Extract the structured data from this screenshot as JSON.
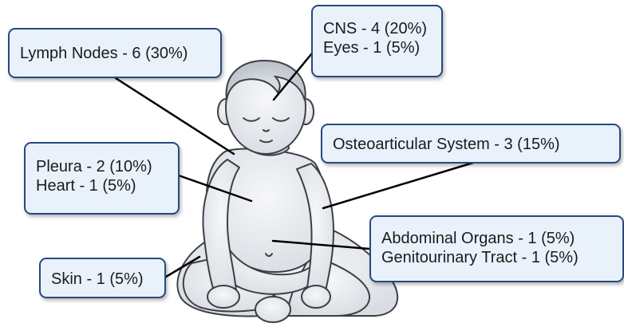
{
  "labels": {
    "lymph_nodes": "Lymph Nodes - 6 (30%)",
    "cns": "CNS - 4 (20%)",
    "eyes": "Eyes - 1 (5%)",
    "osteoarticular": "Osteoarticular System - 3 (15%)",
    "pleura": "Pleura - 2 (10%)",
    "heart": "Heart - 1 (5%)",
    "abdominal": "Abdominal Organs - 1 (5%)",
    "genitourinary": "Genitourinary Tract - 1 (5%)",
    "skin": "Skin - 1 (5%)"
  },
  "colors": {
    "box_fill": "#e9f2fb",
    "box_border": "#27497f",
    "baby_fill": "#e7eaee",
    "baby_outline": "#3c3f44",
    "hair": "#c6cbd2",
    "leader_line": "#000000"
  }
}
